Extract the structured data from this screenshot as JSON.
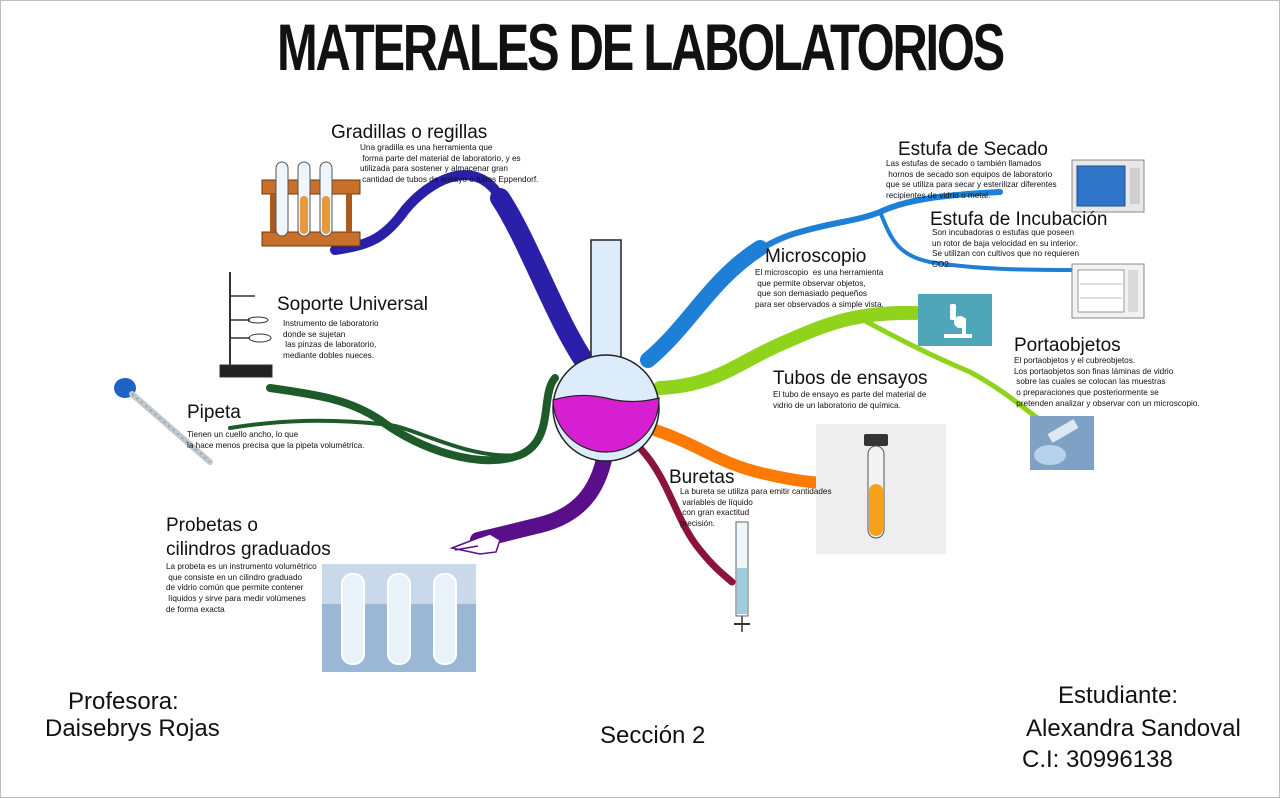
{
  "title": "MATERALES DE LABOLATORIOS",
  "nodes": {
    "gradillas": {
      "heading": "Gradillas o regillas",
      "text": "Una gradilla es una herramienta que\n forma parte del material de laboratorio, y es\nutilizada para sostener y almacenar gran\n cantidad de tubos de ensayo o tubos Eppendorf."
    },
    "soporte": {
      "heading": "Soporte Universal",
      "text": "Instrumento de laboratorio\ndonde se sujetan\n las pinzas de laboratorio,\nmediante dobles nueces."
    },
    "pipeta": {
      "heading": "Pipeta",
      "text": "Tienen un cuello ancho, lo que\nla hace menos precisa que la pipeta volumétrica."
    },
    "probetas": {
      "heading_line1": "Probetas o",
      "heading_line2": "cilindros graduados",
      "text": "La probeta es un instrumento volumétrico\n que consiste en un cilindro graduado\nde vidrio común que permite contener\n líquidos y sirve para medir volúmenes\nde forma exacta"
    },
    "estufa_secado": {
      "heading": "Estufa de Secado",
      "text": "Las estufas de secado o también llamados\n hornos de secado son equipos de laboratorio\nque se utiliza para secar y esterilizar diferentes\nrecipientes de vidrio o metal."
    },
    "estufa_incubacion": {
      "heading": "Estufa de Incubación",
      "text": "Son incubadoras o estufas que poseen\nun rotor de baja velocidad en su interior.\nSe utilizan con cultivos que no requieren\nCO2."
    },
    "microscopio": {
      "heading": "Microscopio",
      "text": "El microscopio  es una herramienta\n que permite observar objetos,\n que son demasiado pequeños\npara ser observados a simple vista."
    },
    "portaobjetos": {
      "heading": "Portaobjetos",
      "text": "El portaobjetos y el cubreobjetos.\nLos portaobjetos son finas láminas de vidrio\n sobre las cuales se colocan las muestras\n o preparaciones que posteriormente se\n pretenden analizar y observar con un microscopio."
    },
    "tubos": {
      "heading": "Tubos de ensayos",
      "text": "El tubo de ensayo es parte del material de\nvidrio de un laboratorio de química."
    },
    "buretas": {
      "heading": "Buretas",
      "text": "La bureta se utiliza para emitir cantidades\n variables de líquido\n con gran exactitud\nprecisión."
    }
  },
  "footer": {
    "profesora_label": "Profesora:",
    "profesora_name": "Daisebrys Rojas",
    "seccion": "Sección  2",
    "estudiante_label": "Estudiante:",
    "estudiante_name": "Alexandra Sandoval",
    "ci": "C.I: 30996138"
  },
  "colors": {
    "gradillas_branch": "#2a1fa8",
    "microscopio_branch": "#1e7fd6",
    "portaobjetos_branch": "#8fd31b",
    "tubos_branch": "#ff7a00",
    "buretas_branch": "#8a1538",
    "probetas_branch": "#5a0f8a",
    "pipeta_branch": "#1e5a2a",
    "flask_liquid": "#d51fd0",
    "flask_glass": "#dcecfb"
  }
}
